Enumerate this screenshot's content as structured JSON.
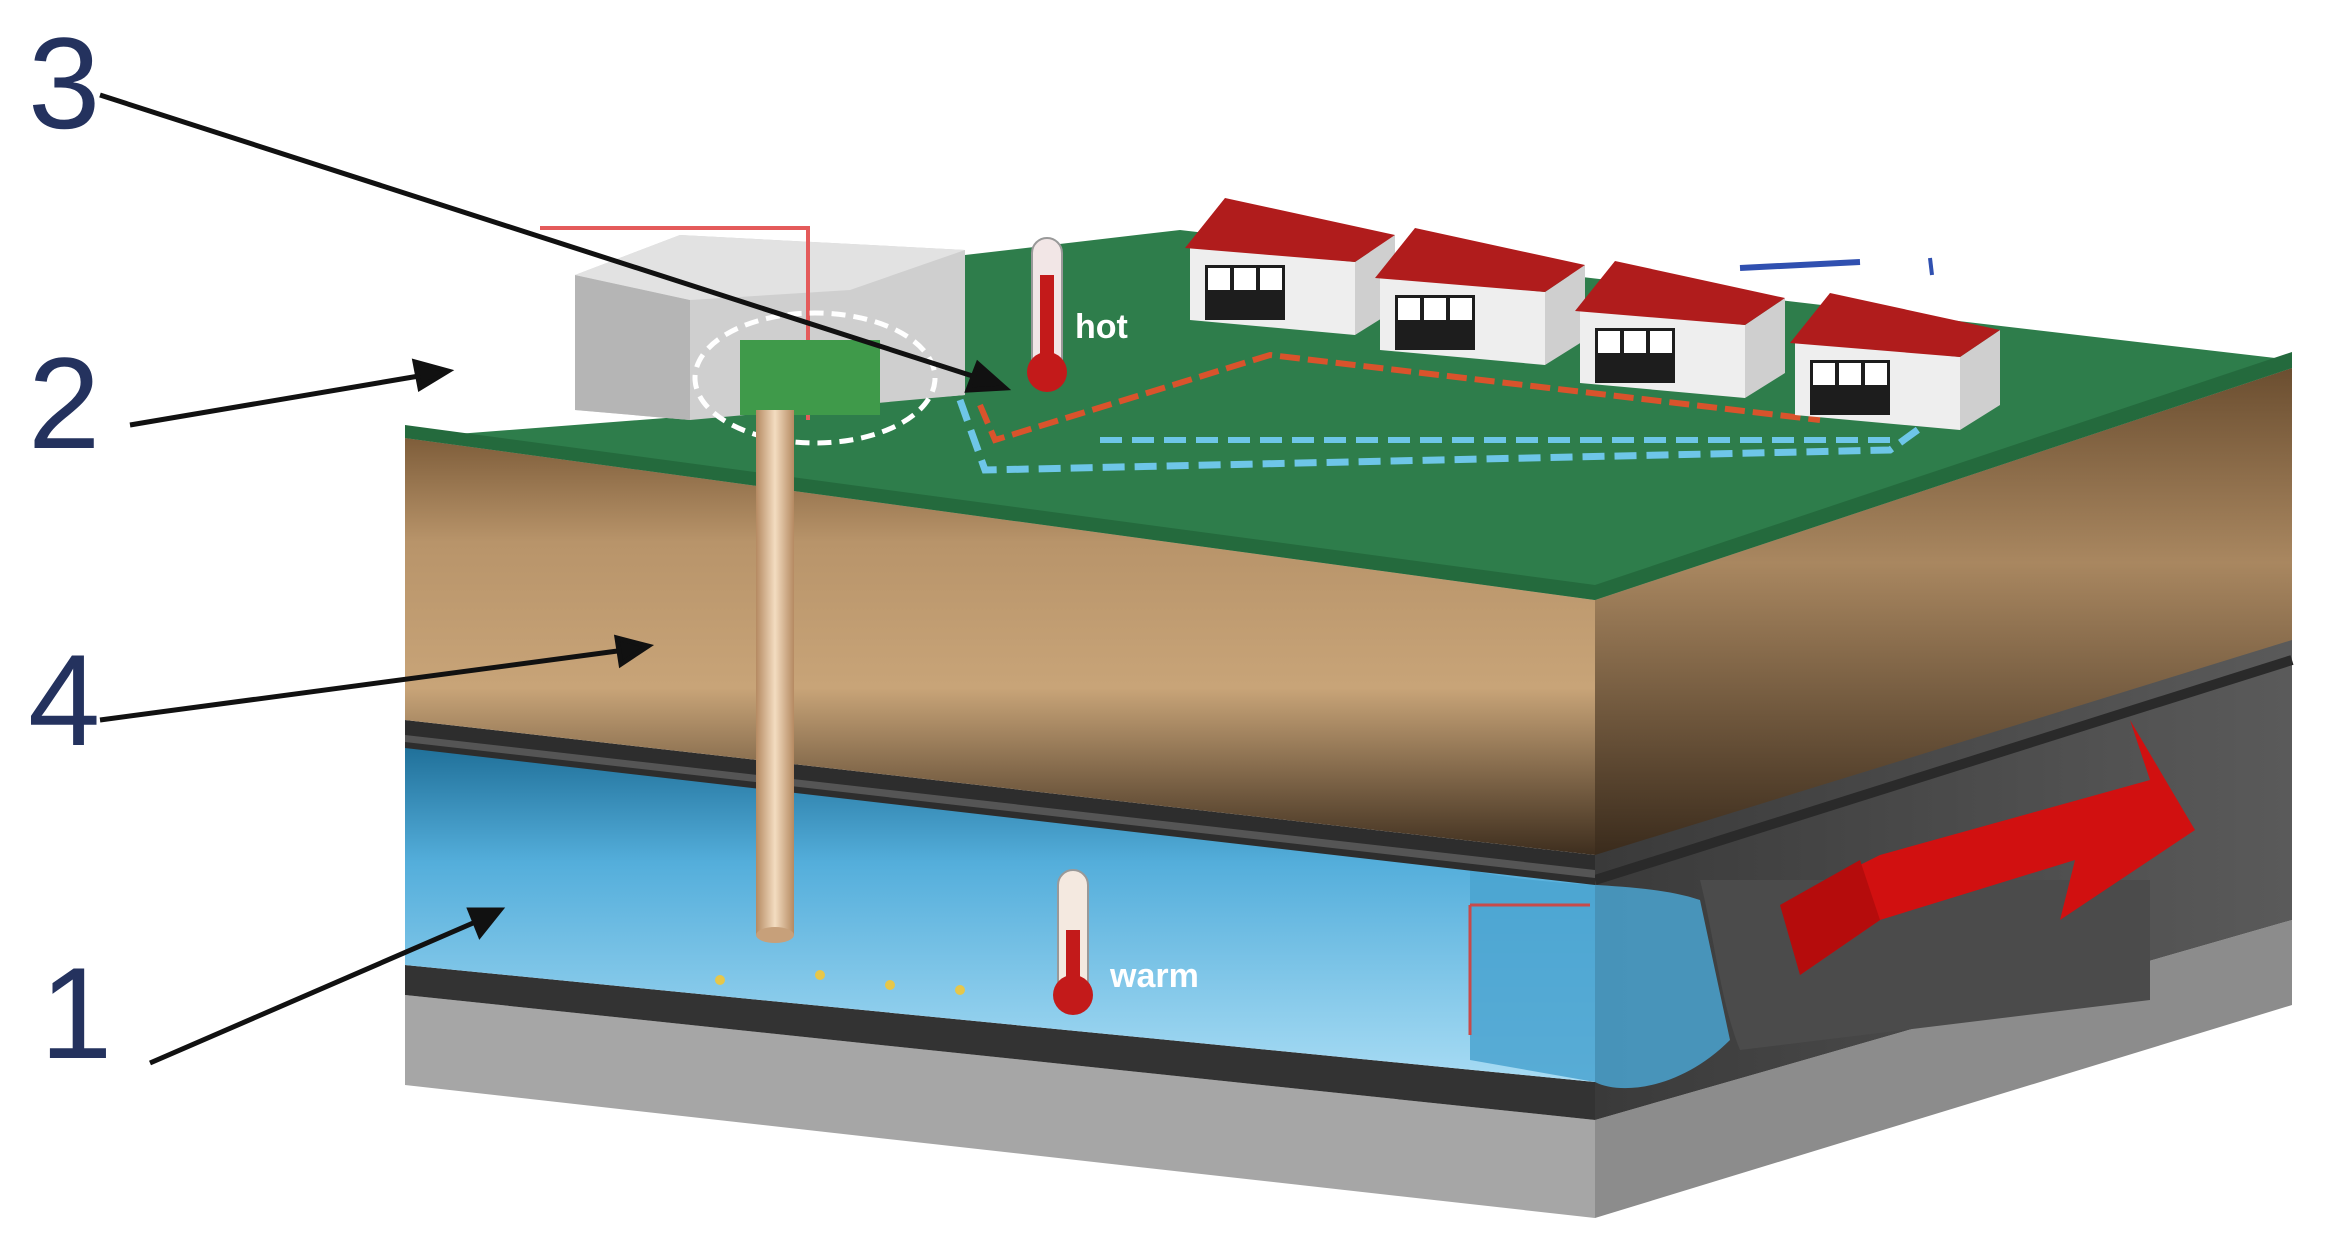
{
  "callouts": [
    {
      "id": "1",
      "label": "1"
    },
    {
      "id": "2",
      "label": "2"
    },
    {
      "id": "3",
      "label": "3"
    },
    {
      "id": "4",
      "label": "4"
    }
  ],
  "thermometers": {
    "surface_label": "hot",
    "aquifer_label": "warm"
  },
  "colors": {
    "ground_top": "#2e7d4b",
    "soil": "#b8946a",
    "aquifer_water": "#5fb8e0",
    "rock": "#4a4a4a",
    "base": "#a9a9a9",
    "roof": "#b01c1c",
    "flow_arrow": "#d11010",
    "callout_text": "#24325e"
  },
  "icons": [
    "thermometer-icon",
    "house-icon",
    "flow-arrow-icon",
    "well-pipe-icon",
    "plant-building-icon"
  ]
}
